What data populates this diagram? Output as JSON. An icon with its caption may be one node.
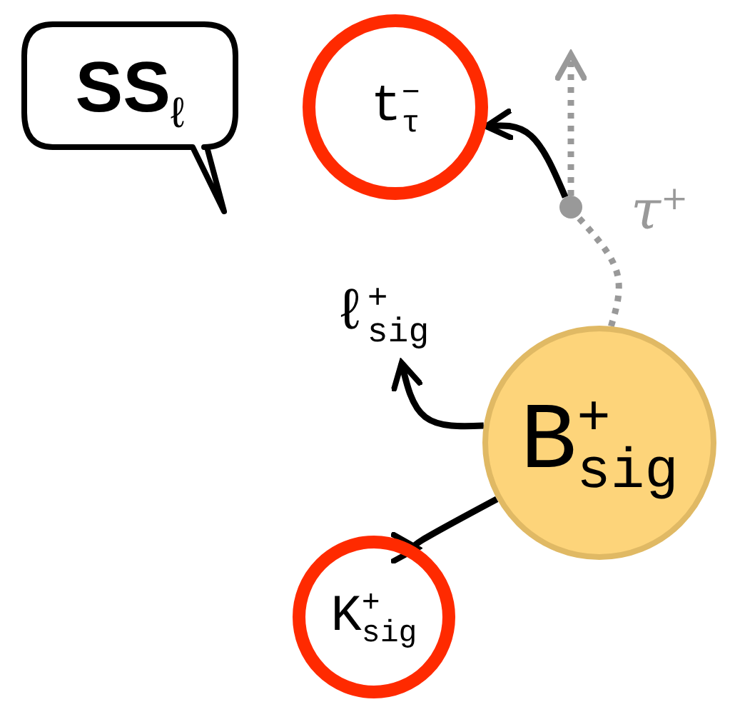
{
  "diagram": {
    "nodes": [
      {
        "text": [
          "**SS**$_{ℓ}$"
        ]
      },
      {
        "text": [
          "t$^{−}$$_{τ}$"
        ]
      },
      {
        "text": [],
        "shape": "circle"
      },
      {
        "text": [
          "ℓ$^{+}$$_{sig}$"
        ]
      },
      {
        "text": [
          "B$^{+}$$_{sig}$"
        ]
      },
      {
        "text": [
          "K$^{+}$$_{sig}$"
        ]
      }
    ],
    "edges": [
      {
        "from": 4,
        "to": 2,
        "arrow": "none",
        "label": "τ$^{+}$",
        "style": "dashed",
        "color": "#999999"
      },
      {
        "from": 2,
        "to": null,
        "arrow": "to",
        "style": "dashed",
        "color": "#999999"
      },
      {
        "from": 2,
        "to": 1,
        "arrow": "to"
      },
      {
        "from": 4,
        "to": 3,
        "arrow": "to"
      },
      {
        "from": 4,
        "to": 5,
        "arrow": "to"
      }
    ]
  }
}
